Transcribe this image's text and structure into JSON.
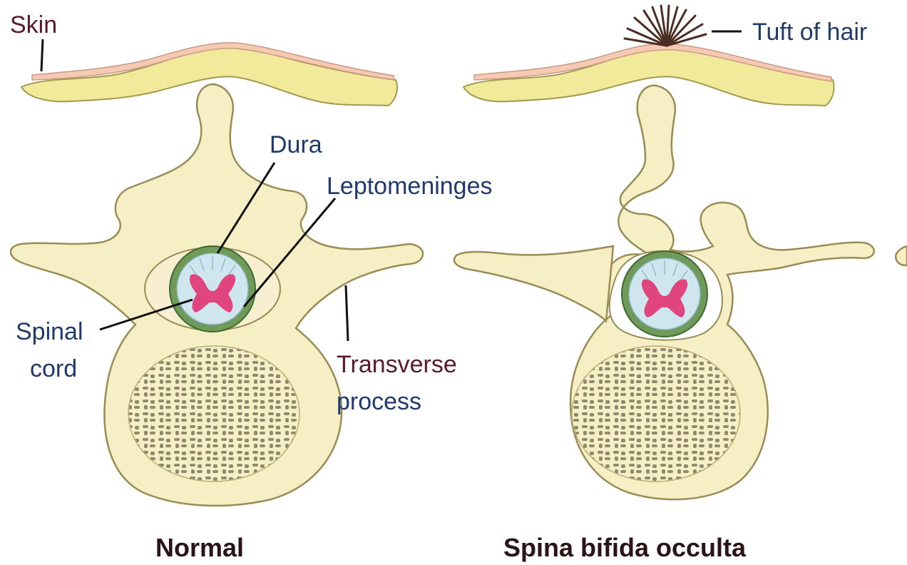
{
  "labels": {
    "skin": "Skin",
    "tuft_of_hair": "Tuft of hair",
    "dura": "Dura",
    "leptomeninges": "Leptomeninges",
    "spinal_cord_line1": "Spinal",
    "spinal_cord_line2": "cord",
    "transverse_line1": "Transverse",
    "transverse_line2": "process"
  },
  "captions": {
    "left": "Normal",
    "right": "Spina bifida occulta"
  },
  "colors": {
    "bone": "#f6eec4",
    "fat": "#f1ea9a",
    "skin": "#f6c9b3",
    "dura": "#6f9a5a",
    "cord": "#cfe6ee",
    "grey_matter": "#e0457e",
    "hair": "#4a2c22"
  }
}
